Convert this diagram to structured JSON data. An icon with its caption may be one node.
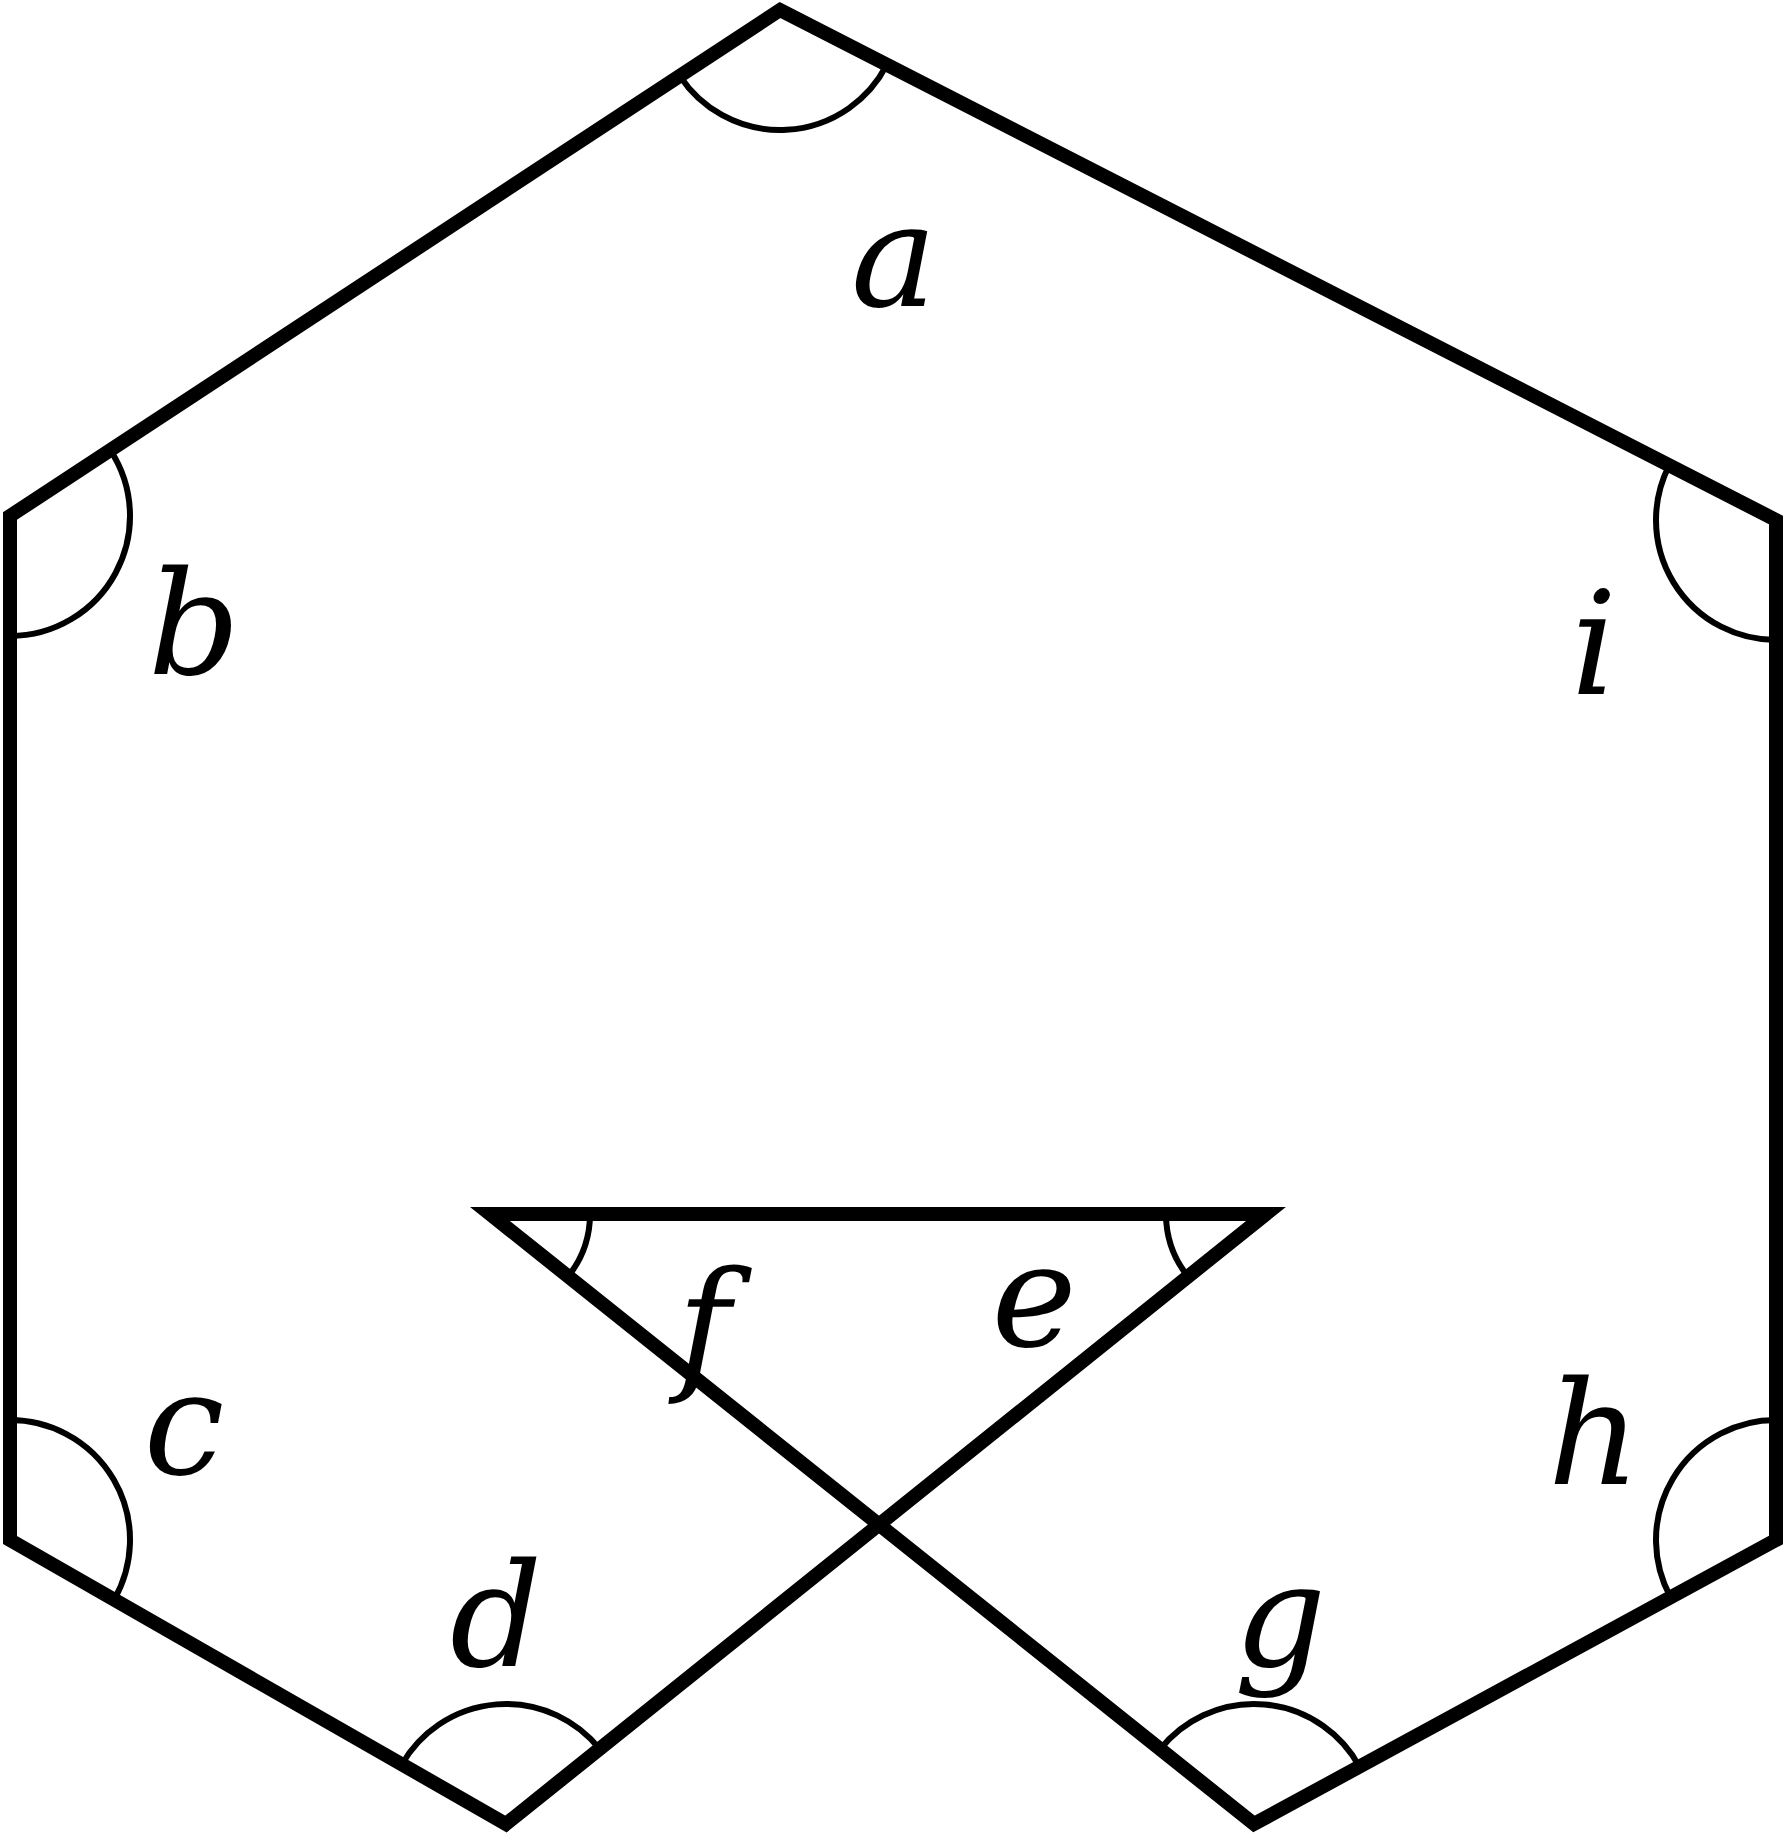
{
  "diagram": {
    "labels": [
      "a",
      "b",
      "i",
      "f",
      "e",
      "c",
      "h",
      "d",
      "g"
    ]
  }
}
